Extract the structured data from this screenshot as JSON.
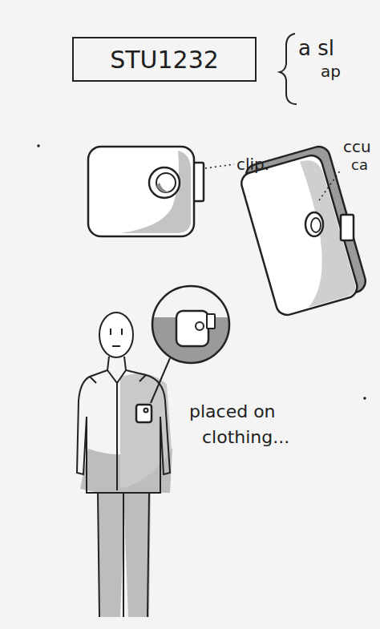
{
  "diagram": {
    "nodes": [
      {
        "text": [
          "STU1232"
        ]
      }
    ],
    "labels": [
      "a sl",
      "ap",
      "clip.",
      "ccu",
      "ca",
      "placed on",
      "clothing..."
    ]
  }
}
